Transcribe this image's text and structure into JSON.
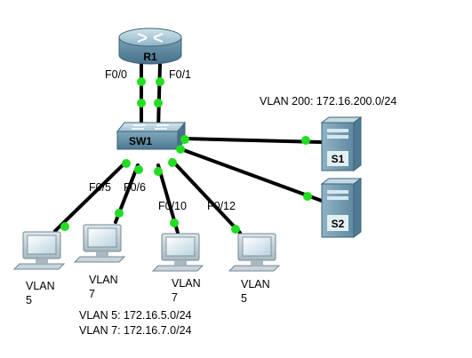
{
  "router": {
    "name": "R1",
    "ports": [
      "F0/0",
      "F0/1"
    ]
  },
  "switch": {
    "name": "SW1"
  },
  "switch_ports": [
    "F0/5",
    "F0/6",
    "F0/10",
    "F0/12"
  ],
  "servers": [
    {
      "name": "S1"
    },
    {
      "name": "S2"
    }
  ],
  "server_vlan_note": "VLAN 200: 172.16.200.0/24",
  "pcs": [
    {
      "vlan_word": "VLAN",
      "vlan_id": "5"
    },
    {
      "vlan_word": "VLAN",
      "vlan_id": "7"
    },
    {
      "vlan_word": "VLAN",
      "vlan_id": "7"
    },
    {
      "vlan_word": "VLAN",
      "vlan_id": "5"
    }
  ],
  "vlan_notes": [
    "VLAN 5: 172.16.5.0/24",
    "VLAN 7: 172.16.7.0/24"
  ],
  "colors": {
    "link": "#000000",
    "port_up": "#22dd22"
  }
}
